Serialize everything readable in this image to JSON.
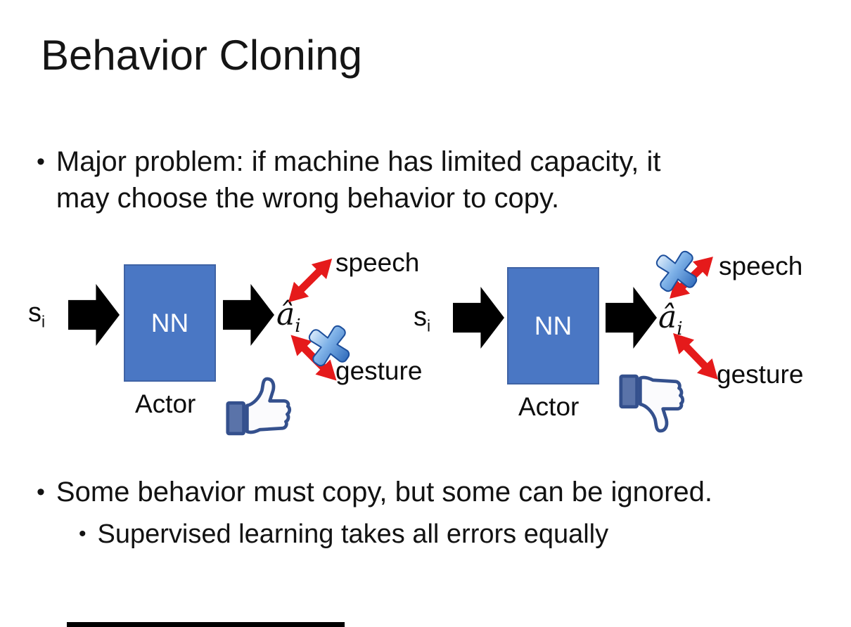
{
  "slide": {
    "title": "Behavior Cloning",
    "bullet_marker": "•",
    "bullet_1": "Major problem: if machine has limited capacity, it may choose the wrong behavior to copy.",
    "bullet_2": "Some behavior must copy, but some can be ignored.",
    "sub_bullet": "Supervised learning takes all errors equally"
  },
  "diagram_left": {
    "input_symbol": "s",
    "input_subscript": "i",
    "network_label": "NN",
    "output_symbol": "â",
    "output_subscript": "i",
    "actor_label": "Actor",
    "speech_label": "speech",
    "gesture_label": "gesture",
    "crossed_out_action": "gesture",
    "feedback_icon": "thumbs-up"
  },
  "diagram_right": {
    "input_symbol": "s",
    "input_subscript": "i",
    "network_label": "NN",
    "output_symbol": "â",
    "output_subscript": "i",
    "actor_label": "Actor",
    "speech_label": "speech",
    "gesture_label": "gesture",
    "crossed_out_action": "speech",
    "feedback_icon": "thumbs-down"
  },
  "colors": {
    "background": "#ffffff",
    "text_color": "#111111",
    "nn_box_fill": "#4a77c4",
    "nn_box_border": "#3f63a5",
    "block_arrow_black": "#000000",
    "double_arrow_red": "#e51a1b",
    "cross_icon_blue": "#3d7cc9",
    "thumb_outline_navy": "#34508d",
    "thumb_cuff_fill": "#5a73a9"
  }
}
